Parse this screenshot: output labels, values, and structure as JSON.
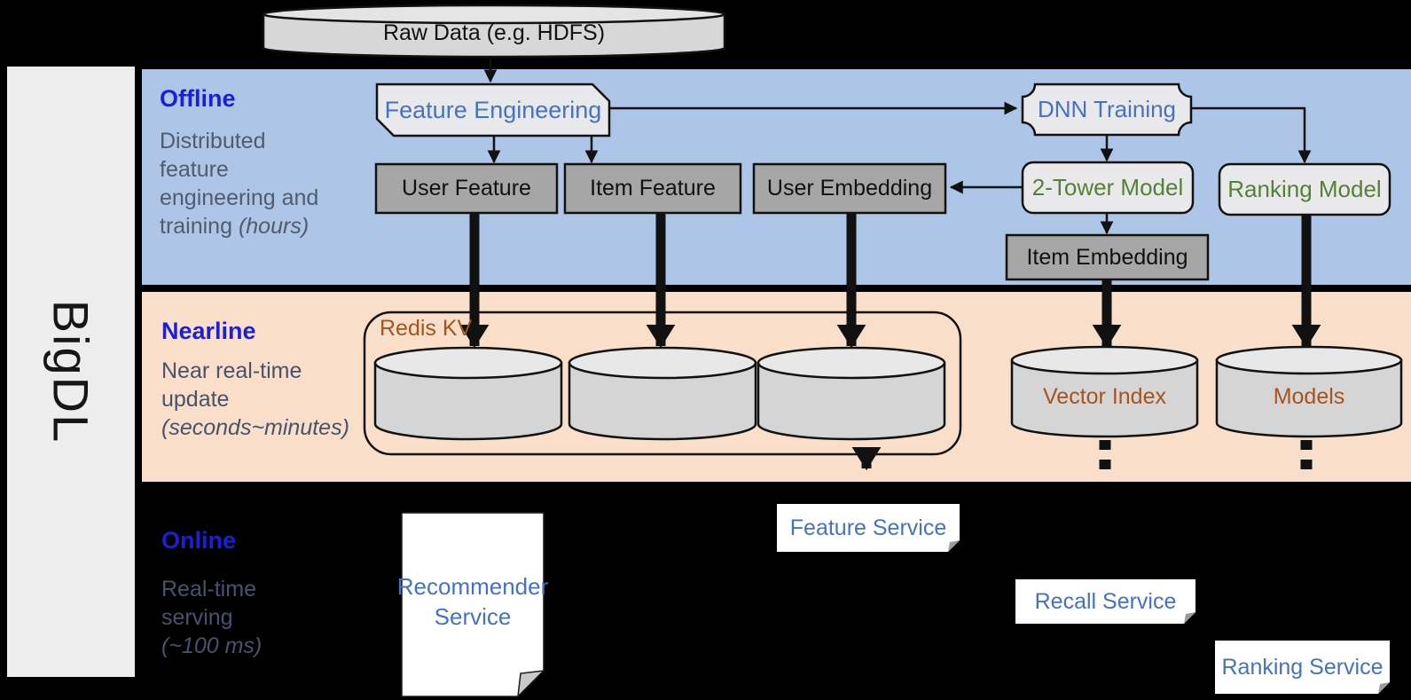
{
  "sidebar": {
    "brand": "BigDL"
  },
  "source": {
    "label": "Raw Data (e.g. HDFS)"
  },
  "bands": {
    "offline": {
      "title": "Offline",
      "desc": [
        "Distributed",
        "feature",
        "engineering and"
      ],
      "desc_last": "training",
      "desc_italic": "(hours)"
    },
    "nearline": {
      "title": "Nearline",
      "desc": [
        "Near real-time",
        "update"
      ],
      "desc_italic": "(seconds~minutes)"
    },
    "online": {
      "title": "Online",
      "desc": [
        "Real-time",
        "serving"
      ],
      "desc_italic": "(~100 ms)"
    }
  },
  "offline_nodes": {
    "feature_engineering": "Feature Engineering",
    "dnn_training": "DNN Training",
    "user_feature": "User Feature",
    "item_feature": "Item Feature",
    "user_embedding": "User Embedding",
    "two_tower_model": "2-Tower Model",
    "ranking_model": "Ranking Model",
    "item_embedding": "Item Embedding"
  },
  "nearline_nodes": {
    "redis_kv": "Redis KV",
    "vector_index": "Vector Index",
    "models": "Models"
  },
  "online_nodes": {
    "recommender_line1": "Recommender",
    "recommender_line2": "Service",
    "feature_service": "Feature Service",
    "recall_service": "Recall Service",
    "ranking_service": "Ranking Service"
  },
  "colors": {
    "band_title_blue": "#1e1ed8",
    "node_text_blue": "#4472c4",
    "node_text_green": "#548235",
    "store_text_brown": "#a5541e",
    "offline_band_bg": "#adc6e8",
    "nearline_band_bg": "#f9dfc9",
    "online_band_bg": "#000000",
    "gray_box_fill": "#a6a6a6",
    "light_box_fill": "#e9e9ec",
    "sidebar_bg": "#ededed"
  }
}
